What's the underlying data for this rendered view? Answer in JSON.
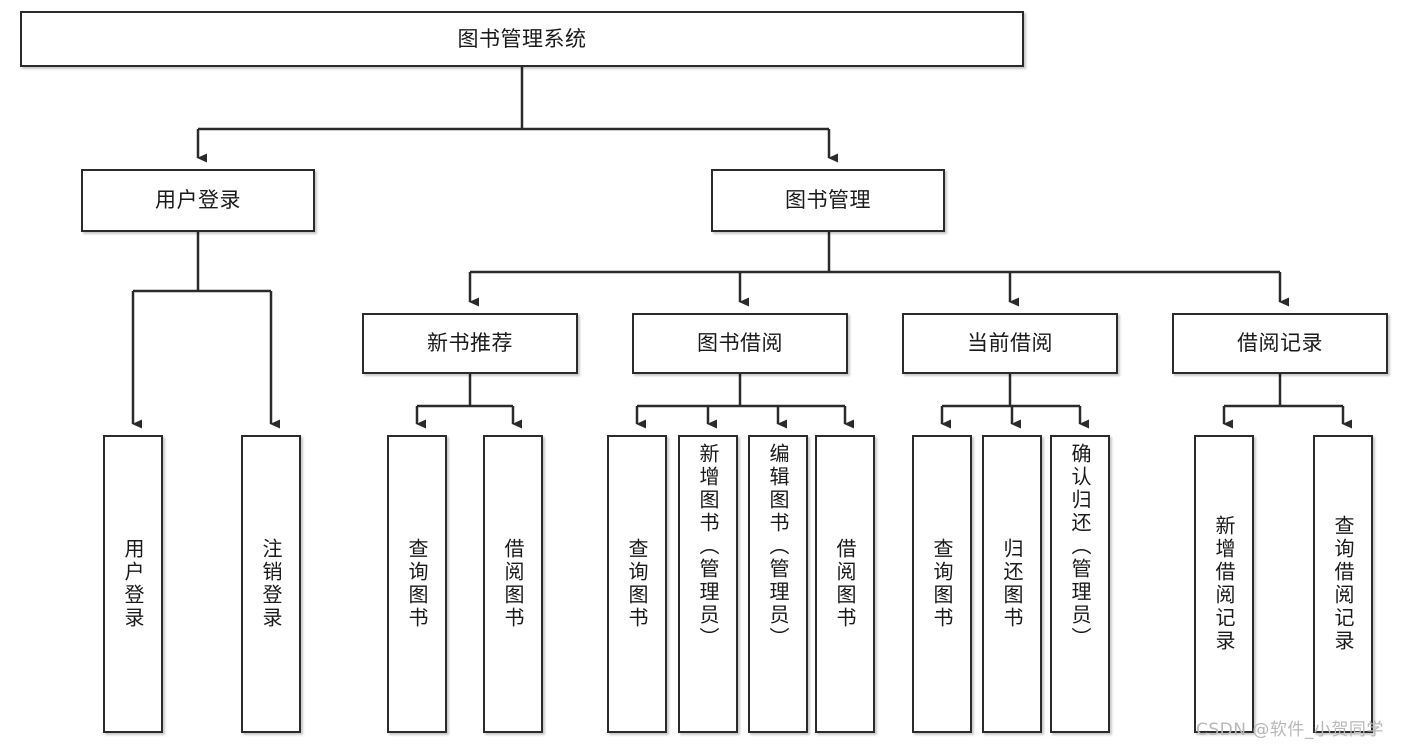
{
  "diagram": {
    "type": "tree-hierarchy-chart",
    "title": "图书管理系统",
    "watermark": "CSDN @软件_小贺同学",
    "colors": {
      "box_border": "#2b2b2b",
      "box_fill": "#ffffff",
      "connector": "#2b2b2b",
      "text": "#1a1a1a",
      "watermark": "#b8b8b8"
    },
    "levels": {
      "root": {
        "label": "图书管理系统"
      },
      "level2": [
        {
          "id": "user-login",
          "label": "用户登录"
        },
        {
          "id": "book-manage",
          "label": "图书管理"
        }
      ],
      "level3": [
        {
          "id": "new-book-recommend",
          "label": "新书推荐"
        },
        {
          "id": "book-borrow",
          "label": "图书借阅"
        },
        {
          "id": "current-borrow",
          "label": "当前借阅"
        },
        {
          "id": "borrow-record",
          "label": "借阅记录"
        }
      ],
      "leaves": {
        "user-login": [
          {
            "id": "leaf-user-login",
            "label": "用户登录"
          },
          {
            "id": "leaf-logout-login",
            "label": "注销登录"
          }
        ],
        "new-book-recommend": [
          {
            "id": "leaf-query-book-1",
            "label": "查询图书"
          },
          {
            "id": "leaf-borrow-book-1",
            "label": "借阅图书"
          }
        ],
        "book-borrow": [
          {
            "id": "leaf-query-book-2",
            "label": "查询图书"
          },
          {
            "id": "leaf-add-book-admin",
            "label": "新增图书（管理员）"
          },
          {
            "id": "leaf-edit-book-admin",
            "label": "编辑图书（管理员）"
          },
          {
            "id": "leaf-borrow-book-2",
            "label": "借阅图书"
          }
        ],
        "current-borrow": [
          {
            "id": "leaf-query-book-3",
            "label": "查询图书"
          },
          {
            "id": "leaf-return-book",
            "label": "归还图书"
          },
          {
            "id": "leaf-confirm-return-admin",
            "label": "确认归还（管理员）"
          }
        ],
        "borrow-record": [
          {
            "id": "leaf-add-borrow-record",
            "label": "新增借阅记录"
          },
          {
            "id": "leaf-query-borrow-record",
            "label": "查询借阅记录"
          }
        ]
      }
    }
  }
}
